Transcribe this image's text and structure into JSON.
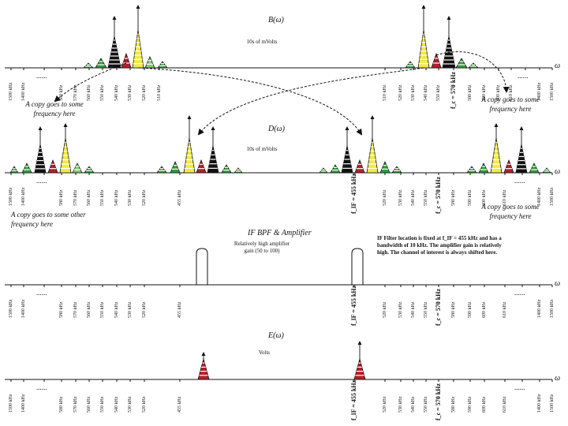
{
  "colors": {
    "black": "#111111",
    "yellow": "#f2e84a",
    "red": "#b51f2a",
    "green": "#2f9e3a",
    "lightgreen": "#7fcf6a",
    "axis": "#111111"
  },
  "panels": [
    {
      "id": "b",
      "title": "B(ω)",
      "units": "10s of mVolts",
      "axis_symbol": "ω",
      "ticks": [
        "1500 kHz",
        "1400 kHz",
        "......",
        "580 kHz",
        "570 kHz",
        "560 kHz",
        "550 kHz",
        "540 kHz",
        "530 kHz",
        "520 kHz",
        "510 kHz",
        "510 kHz",
        "520 kHz",
        "530 kHz",
        "540 kHz",
        "550 kHz",
        "f_c = 570 kHz",
        "580 kHz",
        "590 kHz",
        "600 kHz",
        "610 kHz",
        "......",
        "1400 kHz",
        "1500 kHz"
      ]
    },
    {
      "id": "d",
      "title": "D(ω)",
      "units": "10s of mVolts",
      "axis_symbol": "ω",
      "ticks": [
        "1500 kHz",
        "1400 kHz",
        "......",
        "580 kHz",
        "570 kHz",
        "560 kHz",
        "550 kHz",
        "540 kHz",
        "530 kHz",
        "520 kHz",
        "455 kHz",
        "f_IF = 455 kHz",
        "520 kHz",
        "530 kHz",
        "540 kHz",
        "550 kHz",
        "f_c = 570 kHz",
        "580 kHz",
        "590 kHz",
        "600 kHz",
        "610 kHz",
        "......",
        "1400 kHz",
        "1500 kHz"
      ]
    },
    {
      "id": "if",
      "title": "IF BPF & Amplifier",
      "units": "",
      "axis_symbol": "ω",
      "gain_note": "Relatively high amplifier gain (50 to 100)",
      "filter_note": "IF Filter location is fixed at f_IF = 455 kHz and has a bandwidth of 10 kHz. The amplifier gain is relatively high. The channel of interest is always shifted here.",
      "ticks": [
        "1500 kHz",
        "1400 kHz",
        "......",
        "580 kHz",
        "570 kHz",
        "560 kHz",
        "550 kHz",
        "540 kHz",
        "530 kHz",
        "520 kHz",
        "455 kHz",
        "f_IF = 455 kHz",
        "520 kHz",
        "530 kHz",
        "540 kHz",
        "550 kHz",
        "f_c = 570 kHz",
        "580 kHz",
        "590 kHz",
        "600 kHz",
        "610 kHz",
        "......",
        "1400 kHz",
        "1500 kHz"
      ]
    },
    {
      "id": "e",
      "title": "E(ω)",
      "units": "Volts",
      "axis_symbol": "ω",
      "ticks": [
        "1500 kHz",
        "1400 kHz",
        "......",
        "580 kHz",
        "570 kHz",
        "560 kHz",
        "550 kHz",
        "540 kHz",
        "530 kHz",
        "520 kHz",
        "455 kHz",
        "f_IF = 455 kHz",
        "520 kHz",
        "530 kHz",
        "540 kHz",
        "550 kHz",
        "f_c = 570 kHz",
        "580 kHz",
        "590 kHz",
        "600 kHz",
        "610 kHz",
        "......",
        "1400 kHz",
        "1500 kHz"
      ]
    }
  ],
  "annotations": {
    "copy_left_b": "A copy goes to some frequency here",
    "copy_right_b": "A copy goes to some frequency here",
    "copy_left_d": "A copy goes to some other frequency here",
    "copy_right_d": "A copy goes to some frequency here"
  }
}
